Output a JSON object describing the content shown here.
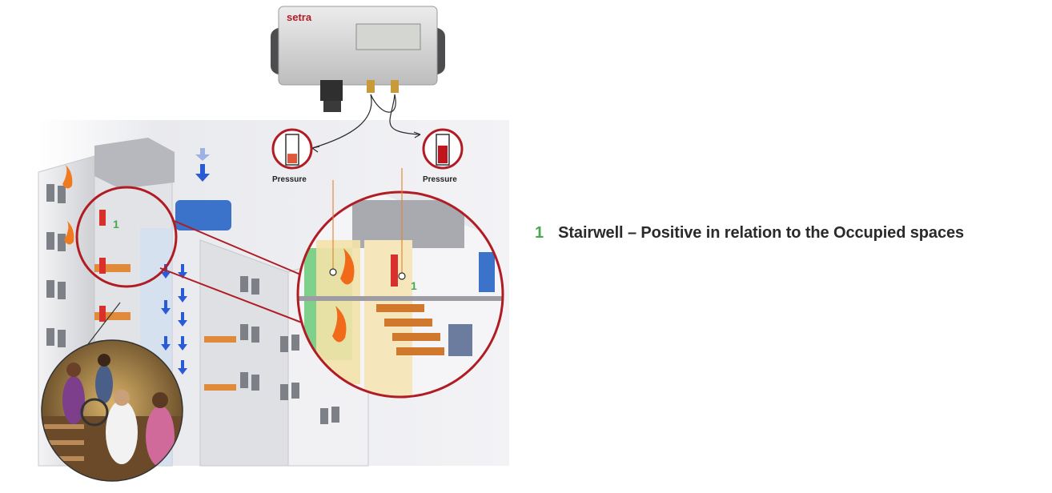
{
  "sensor": {
    "brand": "setra"
  },
  "gauges": [
    {
      "label": "Pressure",
      "level": 0.35
    },
    {
      "label": "Pressure",
      "level": 0.65
    }
  ],
  "markers": {
    "main_view": "1",
    "zoom_view": "1"
  },
  "legend": {
    "number": "1",
    "text": "Stairwell – Positive in relation to the Occupied spaces"
  },
  "colors": {
    "accent_red": "#b01c24",
    "marker_green": "#4aa84e",
    "airflow_blue": "#2a5bd7",
    "wall_grey": "#d9d9dc",
    "stair_orange": "#e08a3a"
  }
}
